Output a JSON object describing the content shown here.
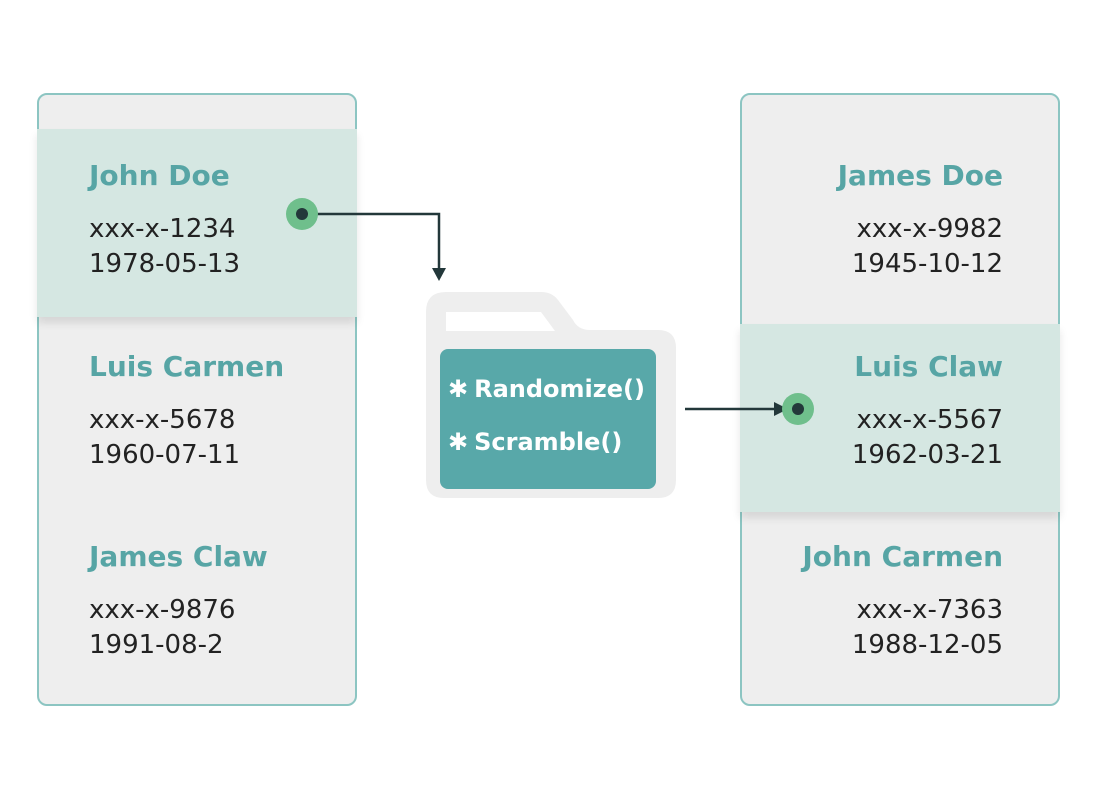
{
  "source": {
    "records": [
      {
        "name": "John Doe",
        "id": "xxx-x-1234",
        "date": "1978-05-13",
        "highlighted": true
      },
      {
        "name": "Luis Carmen",
        "id": "xxx-x-5678",
        "date": "1960-07-11",
        "highlighted": false
      },
      {
        "name": "James Claw",
        "id": "xxx-x-9876",
        "date": "1991-08-2",
        "highlighted": false
      }
    ]
  },
  "processor": {
    "methods": [
      {
        "icon": "asterisk-icon",
        "glyph": "✱",
        "label": "Randomize()"
      },
      {
        "icon": "asterisk-icon",
        "glyph": "✱",
        "label": "Scramble()"
      }
    ]
  },
  "target": {
    "records": [
      {
        "name": "James Doe",
        "id": "xxx-x-9982",
        "date": "1945-10-12",
        "highlighted": false
      },
      {
        "name": "Luis Claw",
        "id": "xxx-x-5567",
        "date": "1962-03-21",
        "highlighted": true
      },
      {
        "name": "John Carmen",
        "id": "xxx-x-7363",
        "date": "1988-12-05",
        "highlighted": false
      }
    ]
  },
  "colors": {
    "accent": "#57a5a5",
    "highlight": "#d5e7e2",
    "panel": "#eeeeee",
    "panel_border": "#8cc5c2",
    "dot": "#6fbf8c",
    "arrow": "#23383a"
  }
}
